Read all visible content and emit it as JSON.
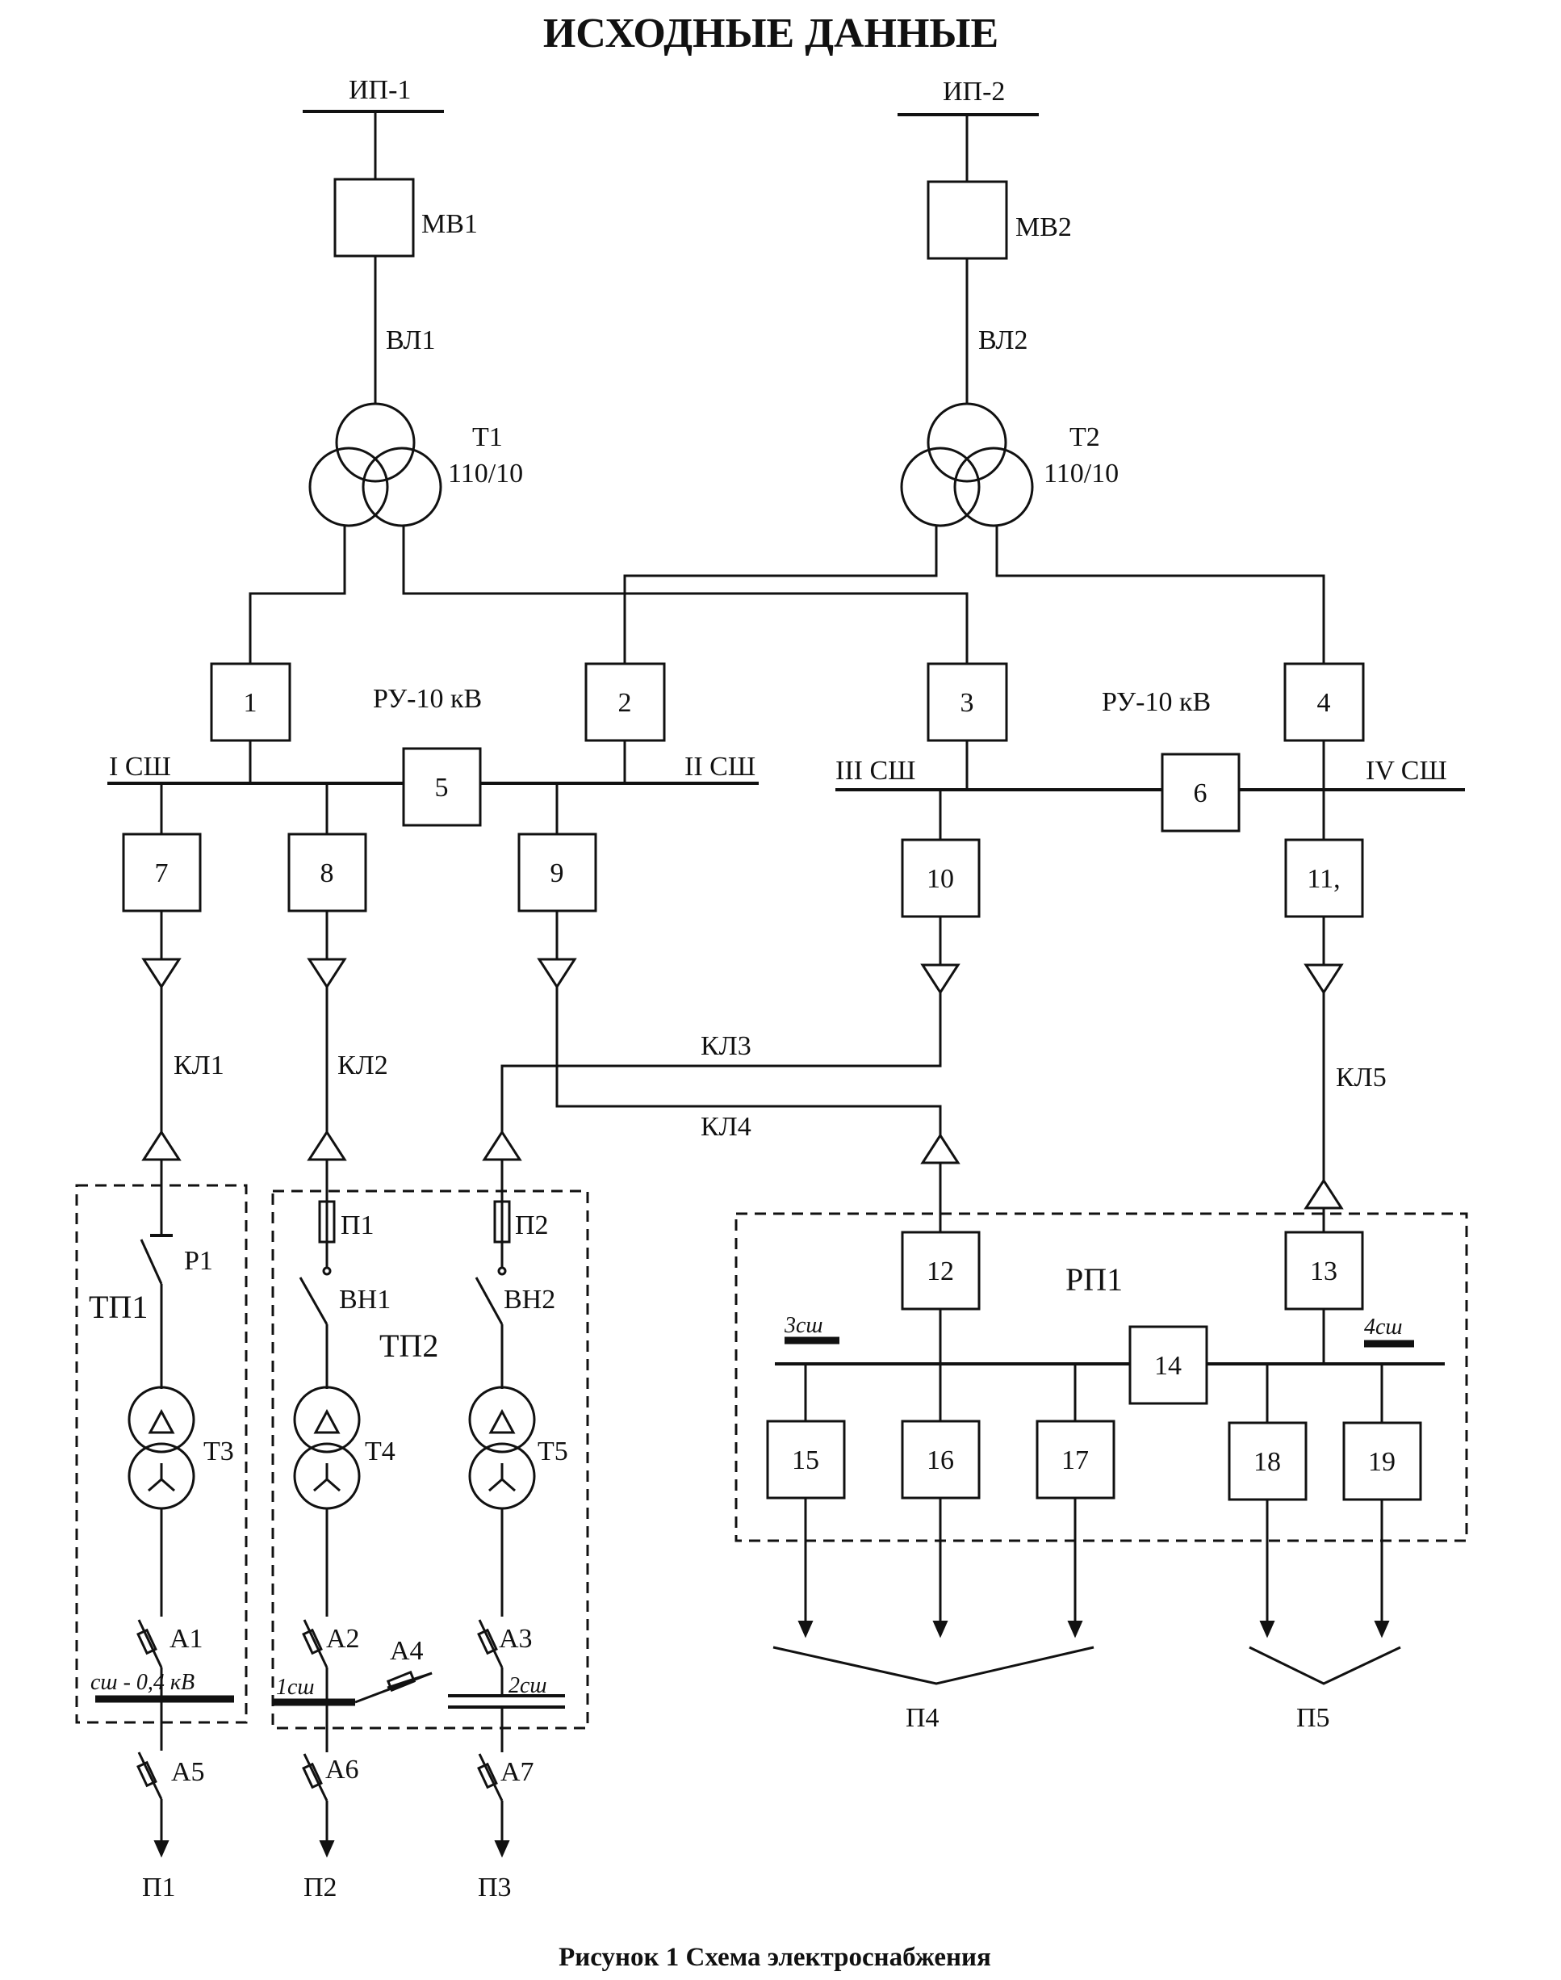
{
  "title": "ИСХОДНЫЕ ДАННЫЕ",
  "caption": "Рисунок 1  Схема электроснабжения",
  "sources": [
    "ИП-1",
    "ИП-2"
  ],
  "breakers": [
    "МВ1",
    "МВ2"
  ],
  "lines": [
    "ВЛ1",
    "ВЛ2"
  ],
  "transformers": {
    "t1": "Т1",
    "t2": "Т2",
    "ratio": "110/10"
  },
  "switchgear": "РУ-10 кВ",
  "buses": [
    "I СШ",
    "II СШ",
    "III СШ",
    "IV СШ"
  ],
  "cells": [
    "1",
    "2",
    "3",
    "4",
    "5",
    "6",
    "7",
    "8",
    "9",
    "10",
    "11,",
    "12",
    "13",
    "14",
    "15",
    "16",
    "17",
    "18",
    "19"
  ],
  "cables": [
    "КЛ1",
    "КЛ2",
    "КЛ3",
    "КЛ4",
    "КЛ5"
  ],
  "substations": {
    "tp1": "ТП1",
    "tp2": "ТП2",
    "rp1": "РП1"
  },
  "disconnectors": {
    "r1": "Р1",
    "vn1": "ВН1",
    "vn2": "ВН2"
  },
  "fuses": [
    "П1",
    "П2"
  ],
  "distribution_transformers": [
    "Т3",
    "Т4",
    "Т5"
  ],
  "automats": [
    "А1",
    "А2",
    "А3",
    "А4",
    "А5",
    "А6",
    "А7"
  ],
  "lv_buses": {
    "tp1": "сш - 0,4 кВ",
    "tp2_1": "1сш",
    "tp2_2": "2сш",
    "rp1_3": "3сш",
    "rp1_4": "4сш"
  },
  "consumers": [
    "П1",
    "П2",
    "П3",
    "П4",
    "П5"
  ]
}
